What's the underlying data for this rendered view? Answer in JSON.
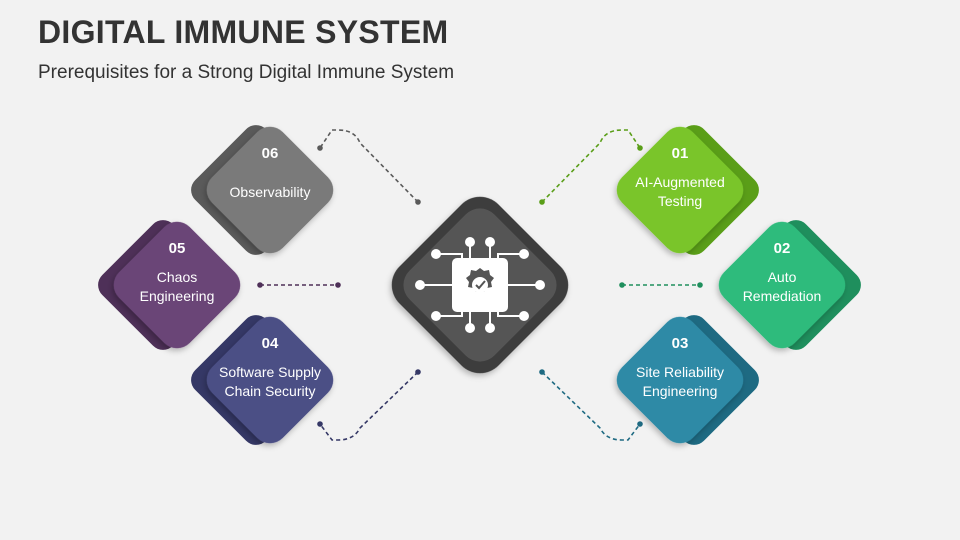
{
  "header": {
    "title": "DIGITAL IMMUNE SYSTEM",
    "subtitle": "Prerequisites for a Strong Digital Immune System"
  },
  "center": {
    "icon": "chip-with-verified-badge-icon",
    "color": "#555555",
    "border": "#3c3c3c"
  },
  "items": [
    {
      "number": "01",
      "line1": "AI-Augmented",
      "line2": "Testing",
      "color": "#7ac52c",
      "shadow": "#5a9e18"
    },
    {
      "number": "02",
      "line1": "Auto",
      "line2": "Remediation",
      "color": "#2dbb7c",
      "shadow": "#1f8f5d"
    },
    {
      "number": "03",
      "line1": "Site Reliability",
      "line2": "Engineering",
      "color": "#2d8aa6",
      "shadow": "#1e6a82"
    },
    {
      "number": "04",
      "line1": "Software Supply",
      "line2": "Chain Security",
      "color": "#4c4f85",
      "shadow": "#353866"
    },
    {
      "number": "05",
      "line1": "Chaos",
      "line2": "Engineering",
      "color": "#6a4577",
      "shadow": "#4e3058"
    },
    {
      "number": "06",
      "line1": "Observability",
      "line2": "",
      "color": "#7a7a7a",
      "shadow": "#5a5a5a"
    }
  ]
}
